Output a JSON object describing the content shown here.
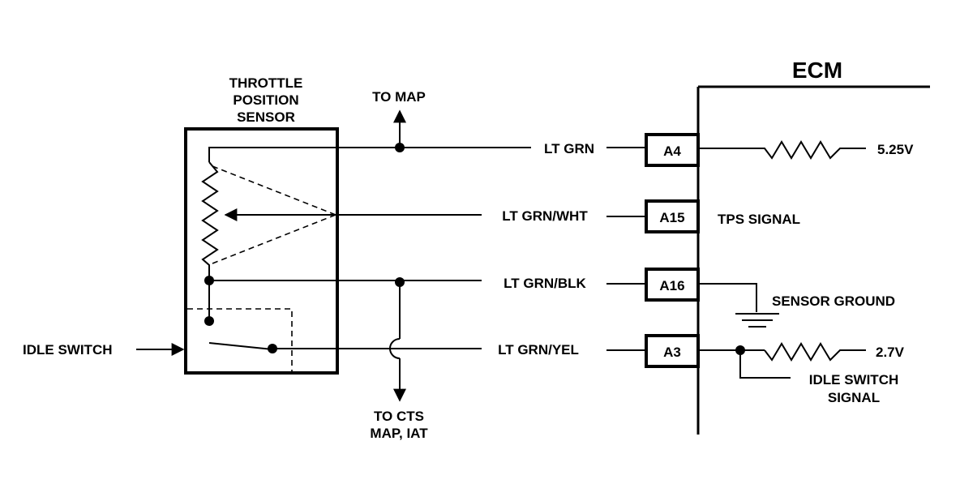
{
  "ecm": {
    "title": "ECM"
  },
  "sensor": {
    "title_line1": "THROTTLE",
    "title_line2": "POSITION",
    "title_line3": "SENSOR"
  },
  "labels": {
    "to_map": "TO MAP",
    "to_cts_line1": "TO CTS",
    "to_cts_line2": "MAP, IAT",
    "idle_switch": "IDLE SWITCH"
  },
  "wires": [
    {
      "color": "LT GRN",
      "pin": "A4",
      "ecm_label": "5.25V"
    },
    {
      "color": "LT GRN/WHT",
      "pin": "A15",
      "ecm_label": "TPS SIGNAL"
    },
    {
      "color": "LT GRN/BLK",
      "pin": "A16",
      "ecm_label": "SENSOR GROUND"
    },
    {
      "color": "LT GRN/YEL",
      "pin": "A3",
      "ecm_label": "2.7V"
    }
  ],
  "idle_switch_signal": {
    "line1": "IDLE SWITCH",
    "line2": "SIGNAL"
  }
}
